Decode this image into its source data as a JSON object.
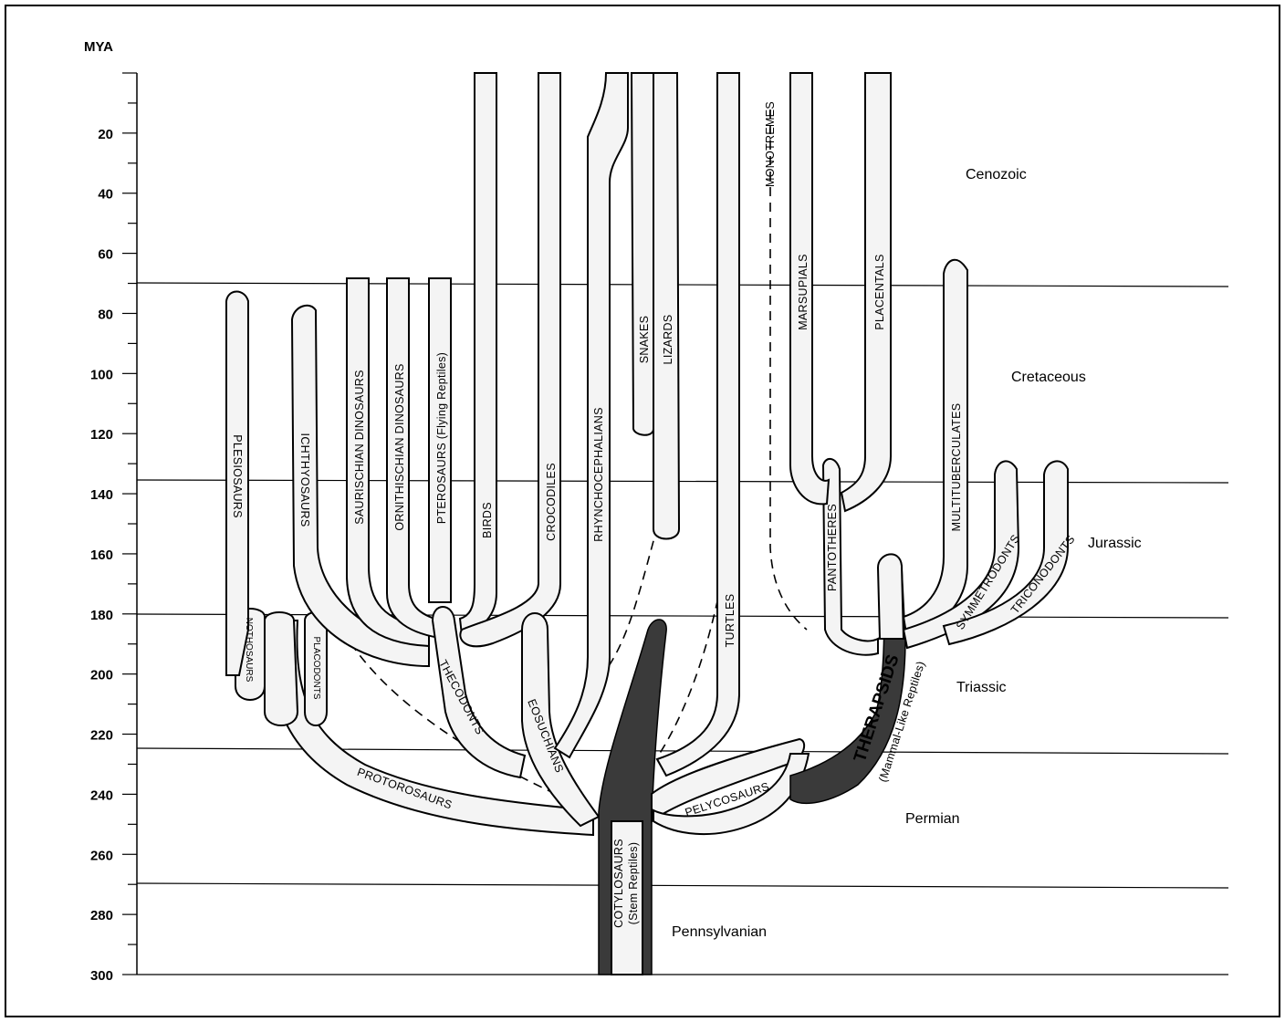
{
  "axis": {
    "unit_label": "MYA",
    "ticks": [
      "20",
      "40",
      "60",
      "80",
      "100",
      "120",
      "140",
      "160",
      "180",
      "200",
      "220",
      "240",
      "260",
      "280",
      "300"
    ]
  },
  "eras": [
    "Cenozoic",
    "Cretaceous",
    "Jurassic",
    "Triassic",
    "Permian",
    "Pennsylvanian"
  ],
  "clades": {
    "plesiosaurs": "PLESIOSAURS",
    "nothosaurs": "NOTHOSAURS",
    "ichthyosaurs": "ICHTHYOSAURS",
    "placodonts": "PLACODONTS",
    "saurischian": "SAURISCHIAN DINOSAURS",
    "ornithischian": "ORNITHISCHIAN DINOSAURS",
    "pterosaurs": "PTEROSAURS (Flying Reptiles)",
    "birds": "BIRDS",
    "crocodiles": "CROCODILES",
    "rhynchocephalians": "RHYNCHOCEPHALIANS",
    "snakes": "SNAKES",
    "lizards": "LIZARDS",
    "thecodonts": "THECODONTS",
    "eosuchians": "EOSUCHIANS",
    "protorosaurs": "PROTOROSAURS",
    "turtles": "TURTLES",
    "monotremes": "MONOTREMES",
    "marsupials": "MARSUPIALS",
    "placentals": "PLACENTALS",
    "pantotheres": "PANTOTHERES",
    "multituberculates": "MULTITUBERCULATES",
    "symmetrodonts": "SYMMETRODONTS",
    "triconodonts": "TRICONODONTS",
    "therapsids": "THERAPSIDS",
    "therapsids_sub": "(Mammal-Like Reptiles)",
    "pelycosaurs": "PELYCOSAURS",
    "cotylosaurs": "COTYLOSAURS",
    "cotylosaurs_sub": "(Stem Reptiles)"
  }
}
